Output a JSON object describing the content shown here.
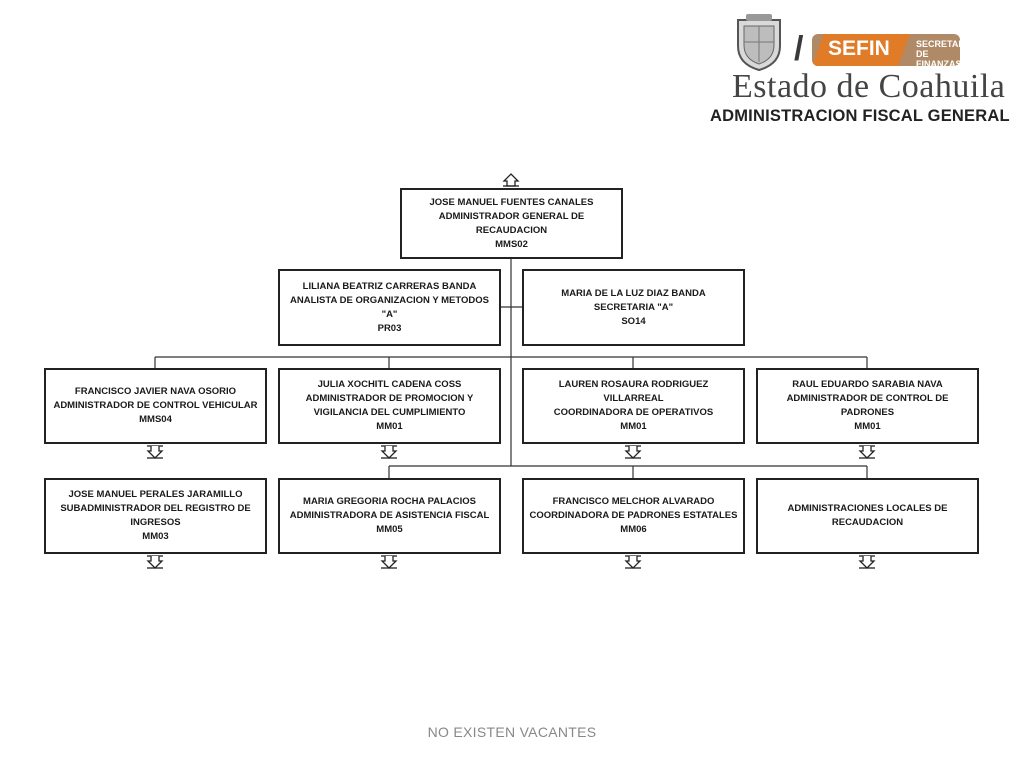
{
  "header": {
    "brand": "SEFIN",
    "brand_sub_1": "SECRETARÍA",
    "brand_sub_2": "DE FINANZAS",
    "state": "Estado de Coahuila",
    "department": "ADMINISTRACION FISCAL GENERAL"
  },
  "org": {
    "top": {
      "name": "JOSE MANUEL FUENTES CANALES",
      "title": "ADMINISTRADOR GENERAL DE RECAUDACION",
      "code": "MMS02"
    },
    "staff_left": {
      "name": "LILIANA BEATRIZ CARRERAS BANDA",
      "title": "ANALISTA DE ORGANIZACION Y METODOS \"A\"",
      "code": "PR03"
    },
    "staff_right": {
      "name": "MARIA DE LA LUZ DIAZ BANDA",
      "title": "SECRETARIA  \"A\"",
      "code": "SO14"
    },
    "row1": [
      {
        "name": "FRANCISCO JAVIER NAVA OSORIO",
        "title": "ADMINISTRADOR DE CONTROL VEHICULAR",
        "code": "MMS04"
      },
      {
        "name": "JULIA XOCHITL CADENA COSS",
        "title": "ADMINISTRADOR DE PROMOCION Y VIGILANCIA DEL CUMPLIMIENTO",
        "code": "MM01"
      },
      {
        "name": "LAUREN ROSAURA RODRIGUEZ VILLARREAL",
        "title": "COORDINADORA DE OPERATIVOS",
        "code": "MM01"
      },
      {
        "name": "RAUL EDUARDO SARABIA NAVA",
        "title": "ADMINISTRADOR DE CONTROL DE PADRONES",
        "code": "MM01"
      }
    ],
    "row2": [
      {
        "name": "JOSE MANUEL PERALES JARAMILLO",
        "title": "SUBADMINISTRADOR DEL REGISTRO DE INGRESOS",
        "code": "MM03"
      },
      {
        "name": "MARIA GREGORIA ROCHA PALACIOS",
        "title": "ADMINISTRADORA DE ASISTENCIA FISCAL",
        "code": "MM05"
      },
      {
        "name": "FRANCISCO MELCHOR ALVARADO",
        "title": "COORDINADORA DE PADRONES ESTATALES",
        "code": "MM06"
      },
      {
        "name": "",
        "title": "ADMINISTRACIONES LOCALES DE RECAUDACION",
        "code": ""
      }
    ]
  },
  "footer": {
    "note": "NO EXISTEN VACANTES"
  }
}
